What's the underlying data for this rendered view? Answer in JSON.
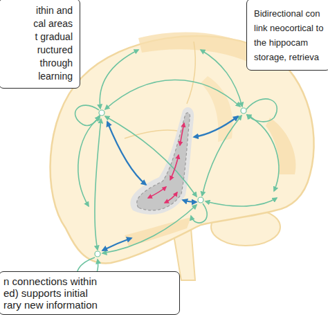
{
  "diagram": {
    "nodes": [
      {
        "text": [
          "ithin and cal areas t gradual ructured through learning"
        ]
      },
      {
        "text": [
          "Bidirectional con link neocortical to the hippocam storage, retrieva"
        ]
      },
      {
        "text": [
          "n connections within ed) supports initial rary new information"
        ]
      }
    ]
  }
}
